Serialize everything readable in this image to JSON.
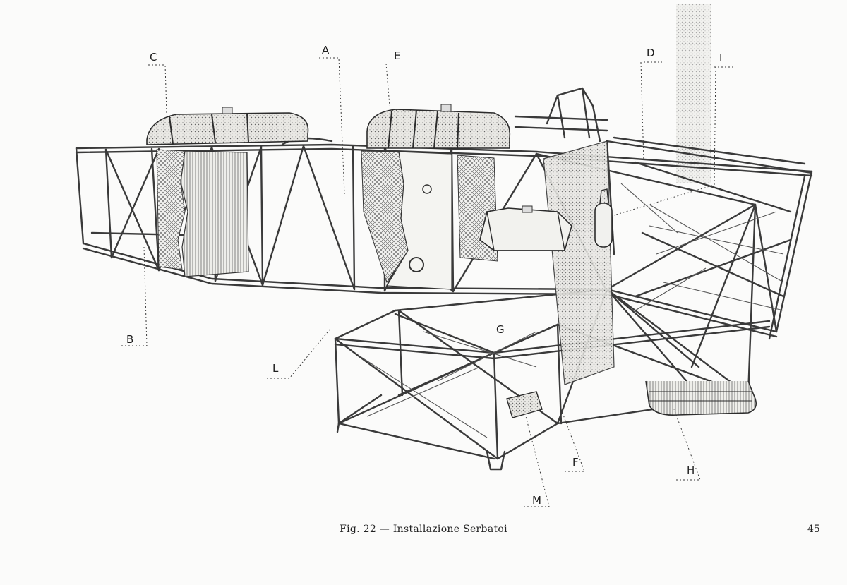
{
  "labels": {
    "A": "A",
    "B": "B",
    "C": "C",
    "D": "D",
    "E": "E",
    "F": "F",
    "G": "G",
    "H": "H",
    "I": "I",
    "L": "L",
    "M": "M"
  },
  "caption": "Fig. 22 — Installazione Serbatoi",
  "page_number": "45"
}
